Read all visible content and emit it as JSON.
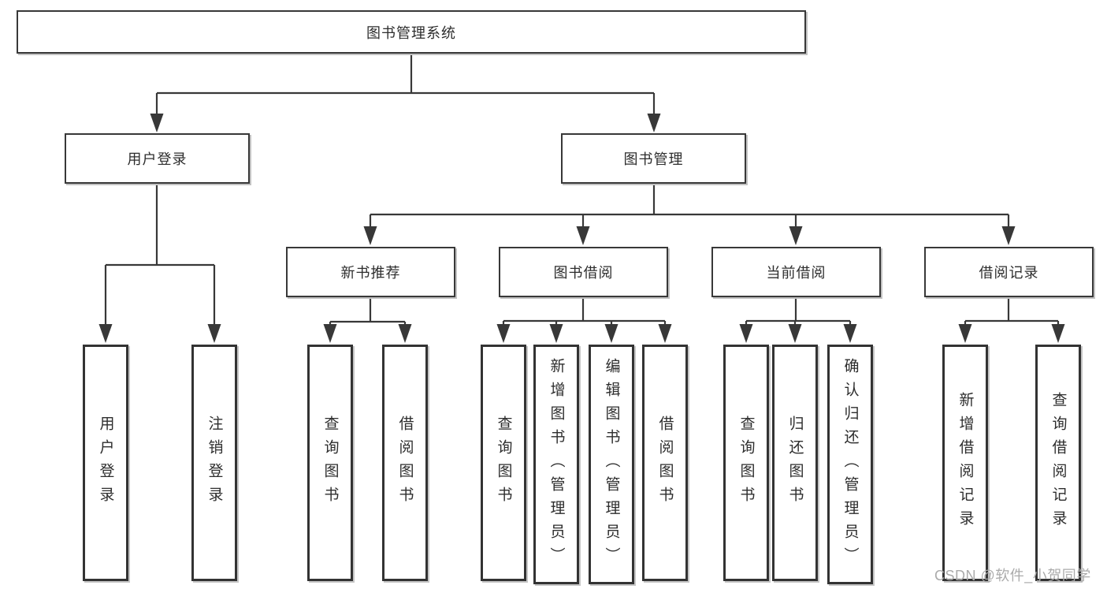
{
  "diagram": {
    "root": {
      "label": "图书管理系统"
    },
    "user_login": {
      "label": "用户登录",
      "children": {
        "login": {
          "label": "用户登录"
        },
        "logout": {
          "label": "注销登录"
        }
      }
    },
    "book_mgmt": {
      "label": "图书管理",
      "sections": {
        "new_book": {
          "label": "新书推荐",
          "children": {
            "query_books": {
              "label": "查询图书"
            },
            "borrow_books": {
              "label": "借阅图书"
            }
          }
        },
        "book_borrow": {
          "label": "图书借阅",
          "children": {
            "query_books": {
              "label": "查询图书"
            },
            "add_books_admin": {
              "label": "新增图书（管理员）"
            },
            "edit_books_admin": {
              "label": "编辑图书（管理员）"
            },
            "borrow_books": {
              "label": "借阅图书"
            }
          }
        },
        "current_borrow": {
          "label": "当前借阅",
          "children": {
            "query_books": {
              "label": "查询图书"
            },
            "return_books": {
              "label": "归还图书"
            },
            "confirm_return_admin": {
              "label": "确认归还（管理员）"
            }
          }
        },
        "borrow_records": {
          "label": "借阅记录",
          "children": {
            "add_record": {
              "label": "新增借阅记录"
            },
            "query_record": {
              "label": "查询借阅记录"
            }
          }
        }
      }
    }
  },
  "colors": {
    "line": "#383838",
    "text": "#2d2d2d",
    "watermark": "#ababab"
  },
  "watermark": {
    "text": "CSDN @软件_小贺同学"
  }
}
